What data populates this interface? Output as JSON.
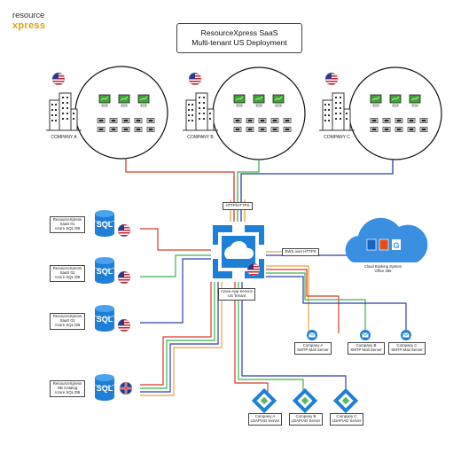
{
  "logo": {
    "line1": "resource",
    "line2": "xpress"
  },
  "title": {
    "line1": "ResourceXpress SaaS",
    "line2": "Multi-tenant US Deployment"
  },
  "companies": [
    "COMPANY A",
    "COMPANY B",
    "COMPANY C"
  ],
  "https_label": "HTTP/HTTPS",
  "ews_label": "EWS over HTTPS",
  "app_service": {
    "line1": "Azure App Service",
    "line2": "US Tenant"
  },
  "databases": [
    {
      "line1": "ResourceXpress",
      "line2": "SaaS 01",
      "line3": "Azure SQL DB",
      "flag": "us"
    },
    {
      "line1": "ResourceXpress",
      "line2": "SaaS 02",
      "line3": "Azure SQL DB",
      "flag": "us"
    },
    {
      "line1": "ResourceXpress",
      "line2": "SaaS 03",
      "line3": "Azure SQL DB",
      "flag": "us"
    },
    {
      "line1": "ResourceXpress",
      "line2": "DB Catalog",
      "line3": "Azure SQL DB",
      "flag": "uk"
    }
  ],
  "cloud_booking": {
    "line1": "Cloud Booking System",
    "line2": "Office 365"
  },
  "smtp": [
    {
      "line1": "Company A",
      "line2": "SMTP Mail Server"
    },
    {
      "line1": "Company B",
      "line2": "SMTP Mail Server"
    },
    {
      "line1": "Company C",
      "line2": "SMTP Mail Server"
    }
  ],
  "ldap": [
    {
      "line1": "Company A",
      "line2": "LDAP/AD Server"
    },
    {
      "line1": "Company B",
      "line2": "LDAP/AD Server"
    },
    {
      "line1": "Company C",
      "line2": "LDAP/AD Server"
    }
  ],
  "sql_text": "SQL",
  "colors": {
    "red": "#d63a2a",
    "green": "#3cb44b",
    "blue": "#2a3fb0",
    "orange": "#e8a23a",
    "azure": "#1e7fd6",
    "cloud": "#3b8fe0",
    "screen": "#3fa535"
  }
}
